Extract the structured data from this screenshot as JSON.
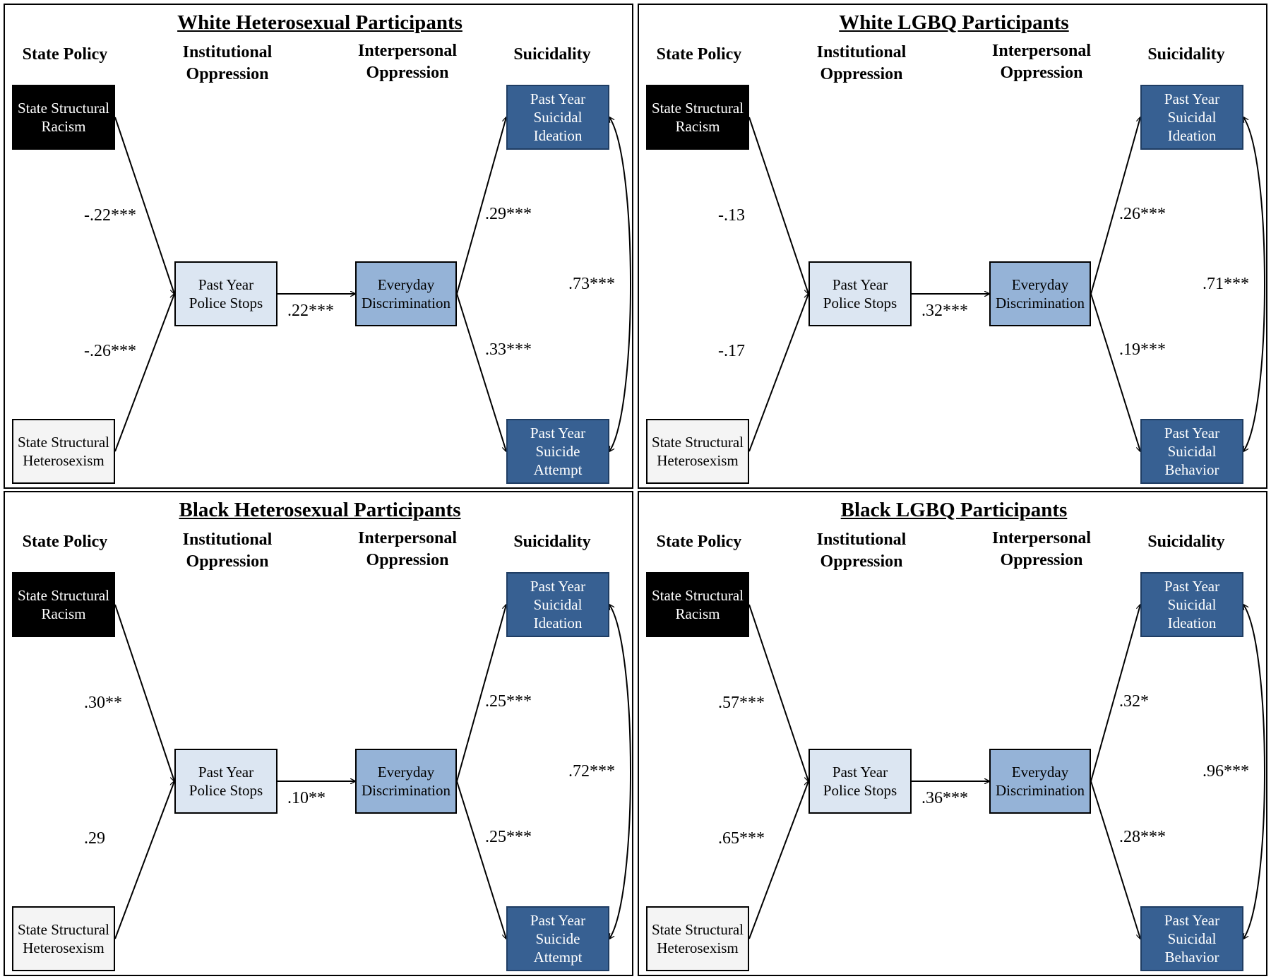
{
  "columns": {
    "state_policy": "State Policy",
    "institutional": "Institutional\nOppression",
    "interpersonal": "Interpersonal\nOppression",
    "suicidality": "Suicidality"
  },
  "colors": {
    "racism_box": "#000000",
    "heterosexism_box": "#f4f4f4",
    "police_box": "#dce6f2",
    "discrimination_box": "#95b3d7",
    "outcome_box": "#376092"
  },
  "panels": [
    {
      "title": "White Heterosexual Participants",
      "nodes": {
        "racism": "State Structural\nRacism",
        "heterosexism": "State Structural\nHeterosexism",
        "police": "Past Year\nPolice Stops",
        "discrimination": "Everyday\nDiscrimination",
        "ideation": "Past Year\nSuicidal\nIdeation",
        "behavior": "Past Year\nSuicide\nAttempt"
      },
      "coefficients": {
        "racism_police": "-.22***",
        "heterosexism_police": "-.26***",
        "police_discrimination": ".22***",
        "discrimination_ideation": ".29***",
        "discrimination_behavior": ".33***",
        "ideation_behavior": ".73***"
      }
    },
    {
      "title": "White LGBQ Participants",
      "nodes": {
        "racism": "State Structural\nRacism",
        "heterosexism": "State Structural\nHeterosexism",
        "police": "Past Year\nPolice Stops",
        "discrimination": "Everyday\nDiscrimination",
        "ideation": "Past Year\nSuicidal\nIdeation",
        "behavior": "Past Year\nSuicidal\nBehavior"
      },
      "coefficients": {
        "racism_police": "-.13",
        "heterosexism_police": "-.17",
        "police_discrimination": ".32***",
        "discrimination_ideation": ".26***",
        "discrimination_behavior": ".19***",
        "ideation_behavior": ".71***"
      }
    },
    {
      "title": "Black Heterosexual Participants",
      "nodes": {
        "racism": "State Structural\nRacism",
        "heterosexism": "State Structural\nHeterosexism",
        "police": "Past Year\nPolice Stops",
        "discrimination": "Everyday\nDiscrimination",
        "ideation": "Past Year\nSuicidal\nIdeation",
        "behavior": "Past Year\nSuicide\nAttempt"
      },
      "coefficients": {
        "racism_police": ".30**",
        "heterosexism_police": ".29",
        "police_discrimination": ".10**",
        "discrimination_ideation": ".25***",
        "discrimination_behavior": ".25***",
        "ideation_behavior": ".72***"
      }
    },
    {
      "title": "Black LGBQ Participants",
      "nodes": {
        "racism": "State Structural\nRacism",
        "heterosexism": "State Structural\nHeterosexism",
        "police": "Past Year\nPolice Stops",
        "discrimination": "Everyday\nDiscrimination",
        "ideation": "Past Year\nSuicidal\nIdeation",
        "behavior": "Past Year\nSuicidal\nBehavior"
      },
      "coefficients": {
        "racism_police": ".57***",
        "heterosexism_police": ".65***",
        "police_discrimination": ".36***",
        "discrimination_ideation": ".32*",
        "discrimination_behavior": ".28***",
        "ideation_behavior": ".96***"
      }
    }
  ]
}
